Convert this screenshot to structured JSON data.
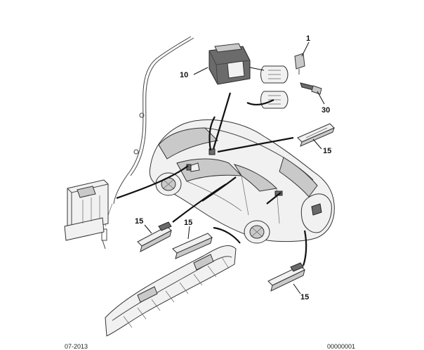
{
  "callouts": {
    "c1": "1",
    "c10": "10",
    "c30": "30",
    "c15_top_right": "15",
    "c15_left": "15",
    "c15_center": "15",
    "c15_bottom_right": "15"
  },
  "footer": {
    "left_ref": "07-2013",
    "right_ref": "00000001"
  }
}
